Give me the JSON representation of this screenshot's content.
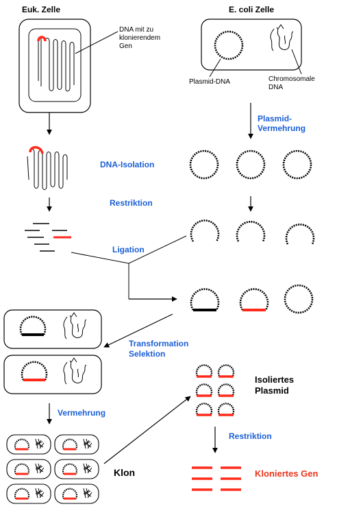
{
  "colors": {
    "step_label": "#1a5fd6",
    "gene": "#ff2a1a",
    "gene_label": "#e8351d",
    "outline": "#000000"
  },
  "titles": {
    "euk": "Euk. Zelle",
    "ecoli": "E. coli Zelle"
  },
  "annotations": {
    "dna_line1": "DNA mit zu",
    "dna_line2": "klonierendem",
    "dna_line3": "Gen",
    "plasmid_dna": "Plasmid-DNA",
    "chromosomal_line1": "Chromosomale",
    "chromosomal_line2": "DNA"
  },
  "steps": {
    "plasmid_vermehrung_line1": "Plasmid-",
    "plasmid_vermehrung_line2": "Vermehrung",
    "dna_isolation": "DNA-Isolation",
    "restriktion": "Restriktion",
    "ligation": "Ligation",
    "transformation": "Transformation",
    "selektion": "Selektion",
    "vermehrung": "Vermehrung",
    "restriktion2": "Restriktion"
  },
  "results": {
    "isoliertes_line1": "Isoliertes",
    "isoliertes_line2": "Plasmid",
    "klon": "Klon",
    "kloniertes_gen": "Kloniertes Gen"
  },
  "icons": [
    "cell-icon",
    "plasmid-ring-icon",
    "chromosome-icon",
    "arrow-icon",
    "dna-fragment-icon"
  ]
}
